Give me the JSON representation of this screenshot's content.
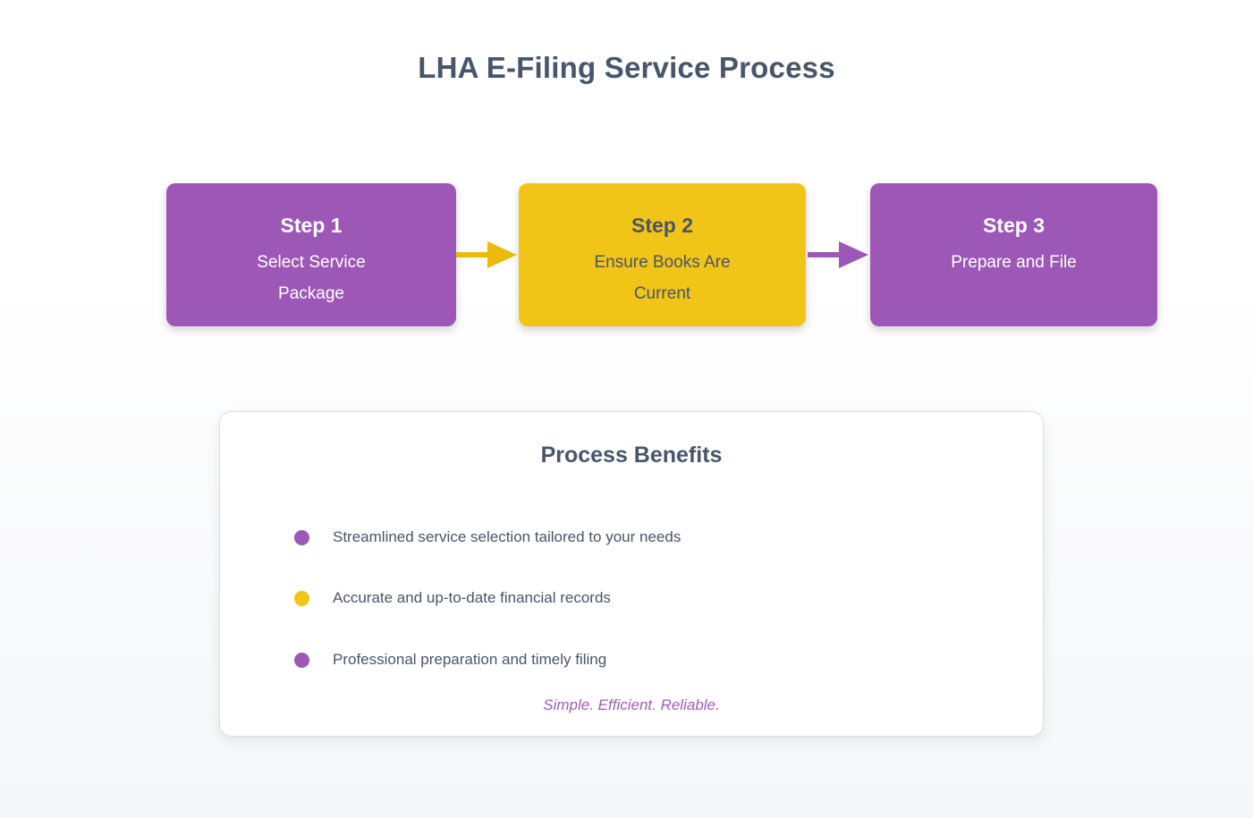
{
  "page": {
    "title": "LHA E-Filing Service Process"
  },
  "steps": [
    {
      "label": "Step 1",
      "description": "Select Service Package",
      "color": "#9d57b6",
      "text_color": "#ffffff"
    },
    {
      "label": "Step 2",
      "description": "Ensure Books Are Current",
      "color": "#f0c517",
      "text_color": "#4a5568"
    },
    {
      "label": "Step 3",
      "description": "Prepare and File",
      "color": "#9d57b6",
      "text_color": "#ffffff"
    }
  ],
  "arrows": [
    {
      "from": "Step 1",
      "to": "Step 2",
      "color": "#edb90a"
    },
    {
      "from": "Step 2",
      "to": "Step 3",
      "color": "#9d57b6"
    }
  ],
  "benefits": {
    "title": "Process Benefits",
    "items": [
      {
        "text": "Streamlined service selection tailored to your needs",
        "bullet_color": "#9d57b6"
      },
      {
        "text": "Accurate and up-to-date financial records",
        "bullet_color": "#f0c517"
      },
      {
        "text": "Professional preparation and timely filing",
        "bullet_color": "#9d57b6"
      }
    ],
    "tagline": "Simple. Efficient. Reliable."
  },
  "colors": {
    "heading_text": "#47566b",
    "body_text": "#4a5568",
    "tagline_text": "#a15cb5",
    "purple": "#9d57b6",
    "yellow": "#f0c517",
    "card_background": "#ffffff",
    "card_border": "#dcdde0",
    "page_background_bottom": "#f5f7f9"
  }
}
